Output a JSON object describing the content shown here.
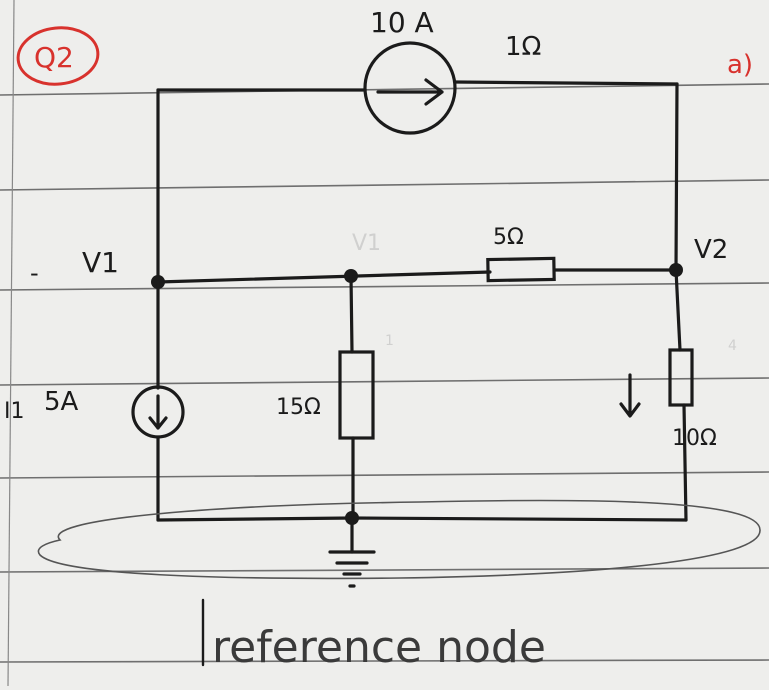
{
  "question": {
    "tag": "Q2",
    "part": "a)"
  },
  "colors": {
    "ink": "#1b1b1b",
    "annotation": "#d8322d",
    "paper": "#eeeeec",
    "rule": "#6f6f6f",
    "ghost": "#c9c9c9"
  },
  "nodes": {
    "v1": "V1",
    "v2": "V2"
  },
  "components": {
    "source_top": {
      "value": "10 A",
      "note": "1Ω"
    },
    "source_left": {
      "note": "I1",
      "value": "5A"
    },
    "resistor_mid": {
      "value": "5Ω"
    },
    "resistor_center": {
      "value": "15Ω"
    },
    "resistor_right": {
      "value": "10Ω"
    }
  },
  "reference_label": "reference node",
  "faint_marks": {
    "v1_ghost": "V1",
    "d1": "1",
    "d2": "4"
  }
}
